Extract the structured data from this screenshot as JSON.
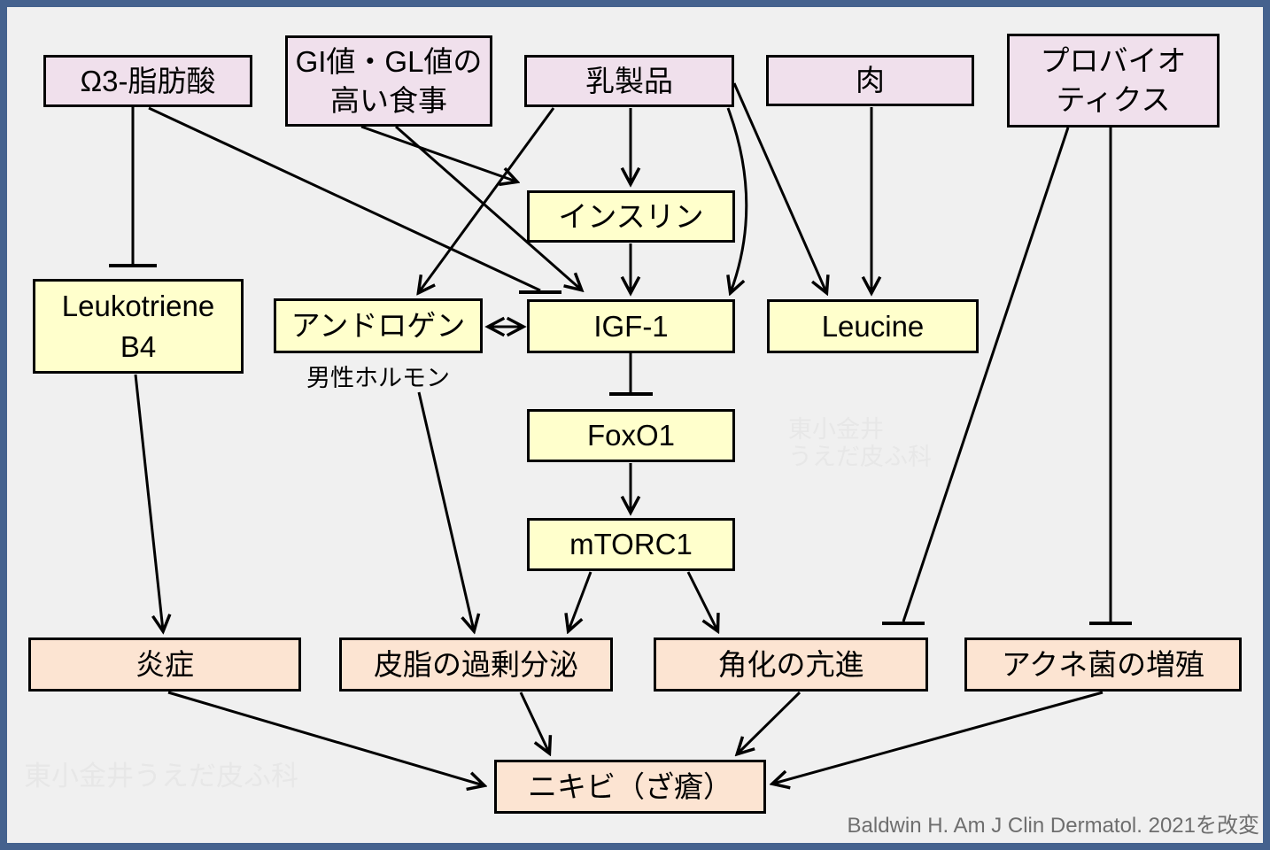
{
  "title": "acne-pathogenesis-diagram",
  "colors": {
    "background": "#f0f0f0",
    "frame": "#45628e",
    "node_pink": "#f0e0ec",
    "node_yellow": "#ffffcc",
    "node_peach": "#fce4d2",
    "line": "#000000",
    "watermark": "#e7e7e7",
    "citation_text": "#6e6e6e"
  },
  "nodes": {
    "omega3": {
      "label": "Ω3-脂肪酸"
    },
    "gigl": {
      "label": "GI値・GL値の\n高い食事"
    },
    "dairy": {
      "label": "乳製品"
    },
    "meat": {
      "label": "肉"
    },
    "probiotics": {
      "label": "プロバイオ\nティクス"
    },
    "insulin": {
      "label": "インスリン"
    },
    "leukotriene": {
      "label": "Leukotriene\nB4"
    },
    "androgen": {
      "label": "アンドロゲン",
      "sublabel": "男性ホルモン"
    },
    "igf1": {
      "label": "IGF-1"
    },
    "leucine": {
      "label": "Leucine"
    },
    "foxo1": {
      "label": "FoxO1"
    },
    "mtorc1": {
      "label": "mTORC1"
    },
    "inflammation": {
      "label": "炎症"
    },
    "sebum": {
      "label": "皮脂の過剰分泌"
    },
    "keratosis": {
      "label": "角化の亢進"
    },
    "acnes": {
      "label": "アクネ菌の増殖"
    },
    "acne": {
      "label": "ニキビ（ざ瘡）"
    }
  },
  "edges": [
    {
      "from": "omega3",
      "to": "leukotriene",
      "effect": "inhibits"
    },
    {
      "from": "omega3",
      "to": "igf1",
      "effect": "inhibits"
    },
    {
      "from": "gigl",
      "to": "insulin",
      "effect": "promotes"
    },
    {
      "from": "gigl",
      "to": "igf1",
      "effect": "promotes"
    },
    {
      "from": "dairy",
      "to": "androgen",
      "effect": "promotes"
    },
    {
      "from": "dairy",
      "to": "insulin",
      "effect": "promotes"
    },
    {
      "from": "dairy",
      "to": "igf1",
      "effect": "promotes"
    },
    {
      "from": "dairy",
      "to": "leucine",
      "effect": "promotes"
    },
    {
      "from": "meat",
      "to": "leucine",
      "effect": "promotes"
    },
    {
      "from": "probiotics",
      "to": "keratosis",
      "effect": "inhibits"
    },
    {
      "from": "probiotics",
      "to": "acnes",
      "effect": "inhibits"
    },
    {
      "from": "insulin",
      "to": "igf1",
      "effect": "promotes"
    },
    {
      "from": "androgen",
      "to": "igf1",
      "effect": "bidirectional"
    },
    {
      "from": "igf1",
      "to": "foxo1",
      "effect": "inhibits"
    },
    {
      "from": "foxo1",
      "to": "mtorc1",
      "effect": "promotes"
    },
    {
      "from": "androgen",
      "to": "sebum",
      "effect": "promotes"
    },
    {
      "from": "mtorc1",
      "to": "sebum",
      "effect": "promotes"
    },
    {
      "from": "mtorc1",
      "to": "keratosis",
      "effect": "promotes"
    },
    {
      "from": "leukotriene",
      "to": "inflammation",
      "effect": "promotes"
    },
    {
      "from": "inflammation",
      "to": "acne",
      "effect": "promotes"
    },
    {
      "from": "sebum",
      "to": "acne",
      "effect": "promotes"
    },
    {
      "from": "keratosis",
      "to": "acne",
      "effect": "promotes"
    },
    {
      "from": "acnes",
      "to": "acne",
      "effect": "promotes"
    }
  ],
  "watermarks": [
    "東小金井\nうえだ皮ふ科",
    "東小金井うえだ皮ふ科"
  ],
  "citation": "Baldwin H. Am J Clin Dermatol. 2021を改変"
}
